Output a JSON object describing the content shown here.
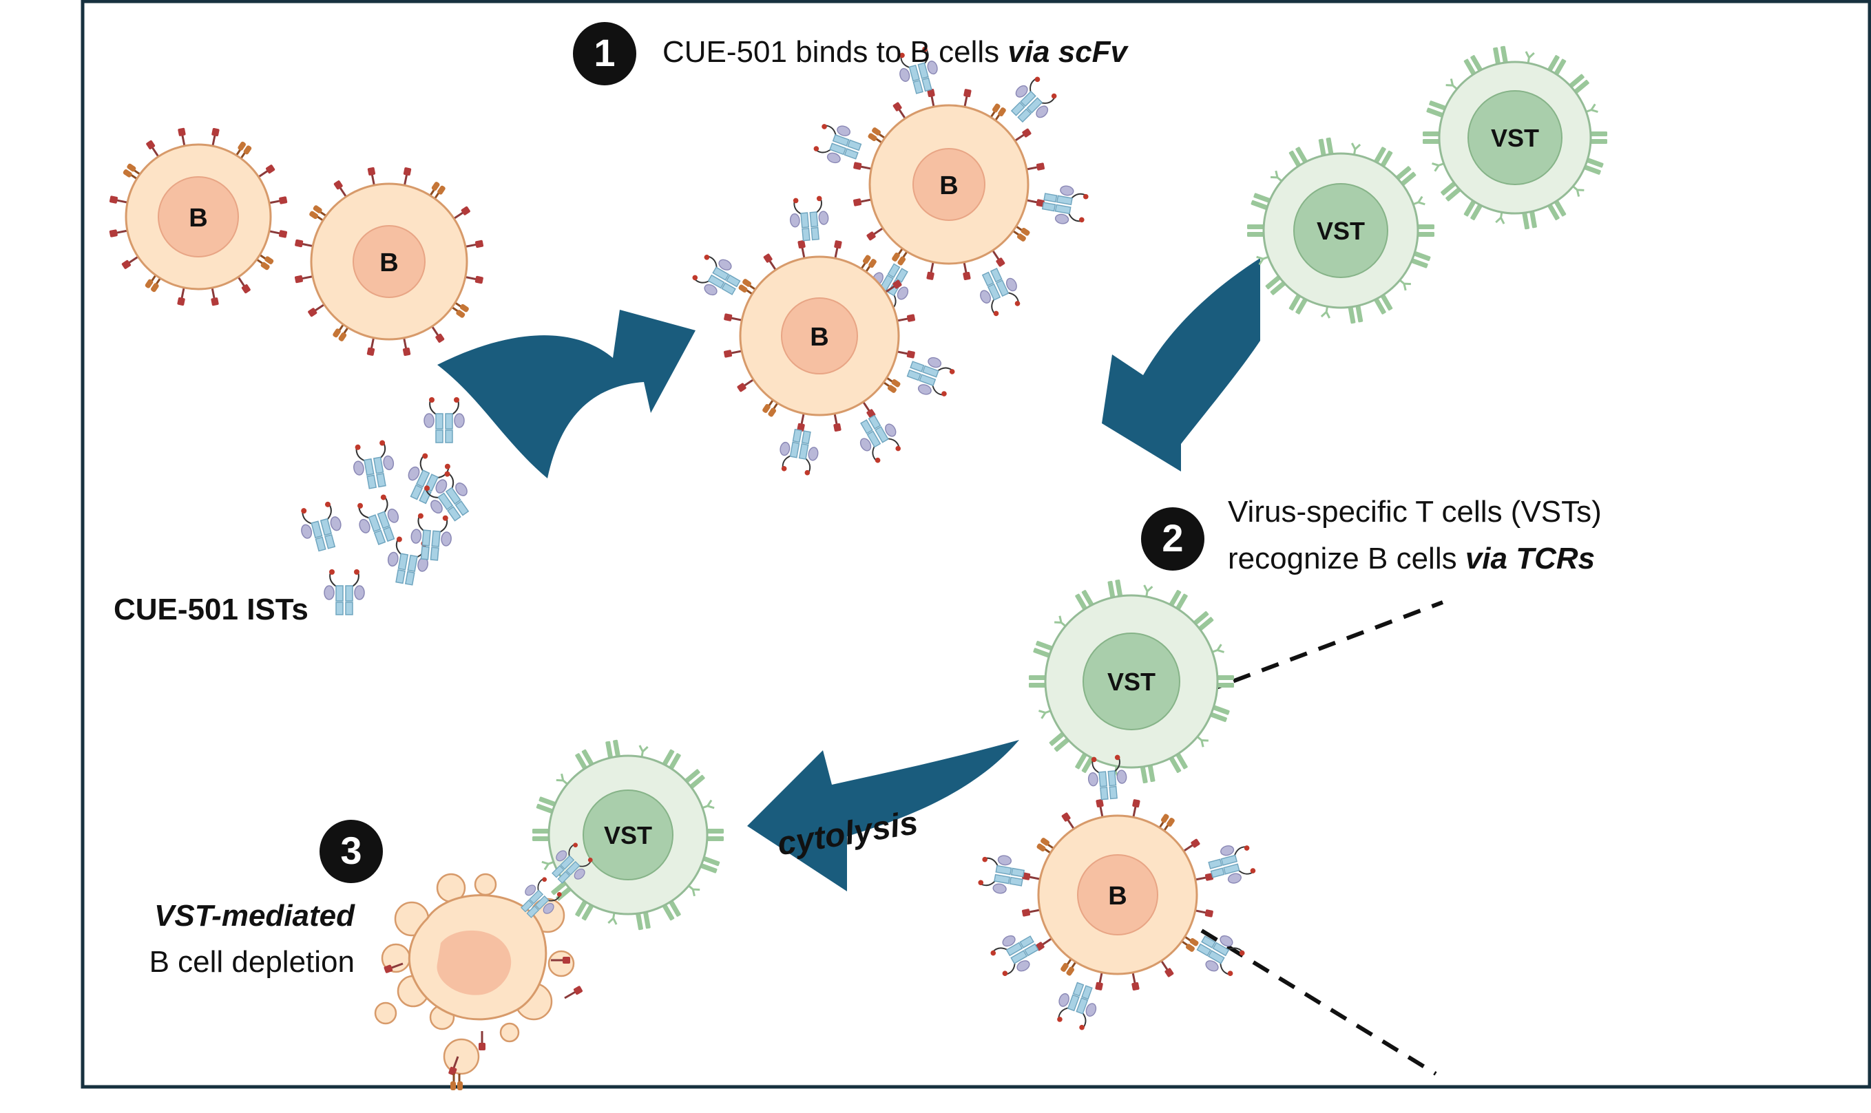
{
  "steps": {
    "one": {
      "number": "1",
      "text": "CUE-501 binds to B cells ",
      "emphasis": "via scFv"
    },
    "two": {
      "number": "2",
      "line1": "Virus-specific T cells (VSTs)",
      "line2_text": "recognize B cells ",
      "line2_emphasis": "via TCRs"
    },
    "three": {
      "number": "3",
      "line1_emphasis": "VST-mediated",
      "line2": "B cell depletion"
    }
  },
  "labels": {
    "ists": "CUE-501 ISTs",
    "cytolysis": "cytolysis"
  },
  "cells": {
    "b_label": "B",
    "vst_label": "VST"
  },
  "colors": {
    "frame": "#17313f",
    "arrow": "#1a5c7d",
    "b_cell_fill": "#fde3c6",
    "b_cell_stroke": "#d79a6a",
    "b_nucleus": "#f6c0a2",
    "vst_fill": "#e6f0e3",
    "vst_stroke": "#94bb96",
    "vst_nucleus": "#a9ceab",
    "receptor_red": "#b23a3a",
    "receptor_brown": "#c57536",
    "tcr_green": "#9ac79a",
    "ist_blue": "#a8d1e4",
    "ist_lilac": "#b9b8d8"
  }
}
